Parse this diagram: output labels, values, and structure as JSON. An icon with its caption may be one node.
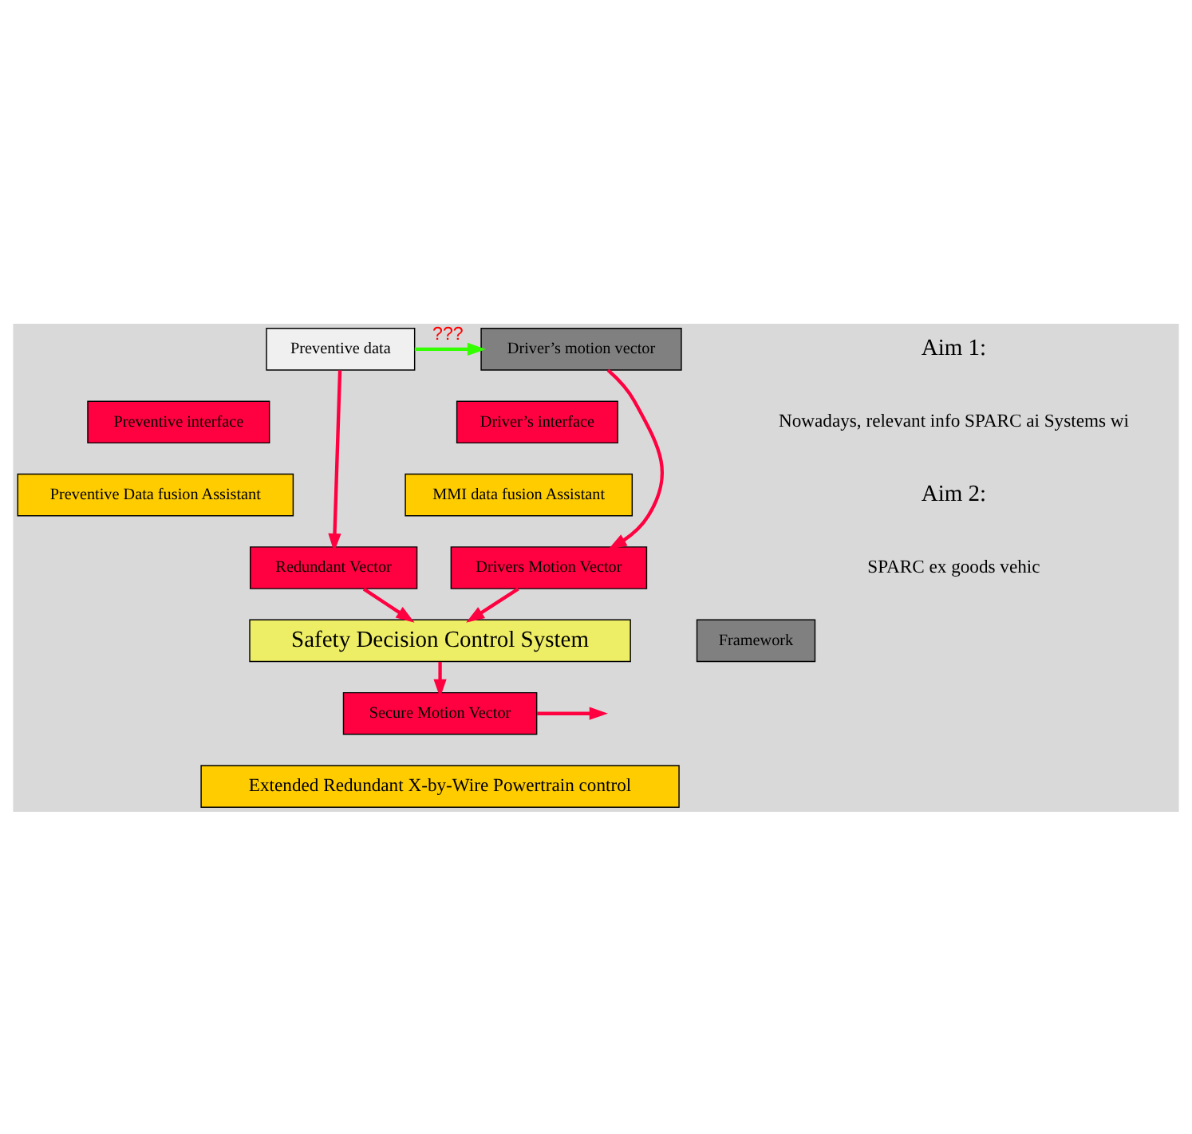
{
  "diagram": {
    "nodes": [
      {
        "text": [
          "Preventive data"
        ]
      },
      {
        "text": [
          "Driver’s motion vector"
        ]
      },
      {
        "text": [
          "Preventive interface"
        ]
      },
      {
        "text": [
          "Driver’s interface"
        ]
      },
      {
        "text": [
          "Preventive Data fusion Assistant"
        ]
      },
      {
        "text": [
          "MMI data fusion Assistant"
        ]
      },
      {
        "text": [
          "Redundant Vector"
        ]
      },
      {
        "text": [
          "Drivers Motion Vector"
        ]
      },
      {
        "text": [
          "Safety Decision Control System"
        ]
      },
      {
        "text": [
          "Framework"
        ]
      },
      {
        "text": [
          "Secure Motion Vector"
        ]
      },
      {
        "text": [
          "Extended Redundant X-by-Wire Powertrain control"
        ]
      }
    ],
    "edges": [
      {
        "from": 0,
        "to": 1,
        "arrow": "to",
        "label": "???",
        "color": "#33ff00"
      },
      {
        "from": 0,
        "to": 6,
        "arrow": "to"
      },
      {
        "from": 1,
        "to": 7,
        "arrow": "to"
      },
      {
        "from": 6,
        "to": 8,
        "arrow": "to"
      },
      {
        "from": 7,
        "to": 8,
        "arrow": "to"
      },
      {
        "from": 8,
        "to": 10,
        "arrow": "to"
      },
      {
        "from": 10,
        "to": null,
        "arrow": "to"
      }
    ],
    "labels": [
      "Aim 1:",
      "Nowadays, relevant info SPARC ai Systems wi",
      "Aim 2:",
      "SPARC ex goods vehic"
    ]
  }
}
